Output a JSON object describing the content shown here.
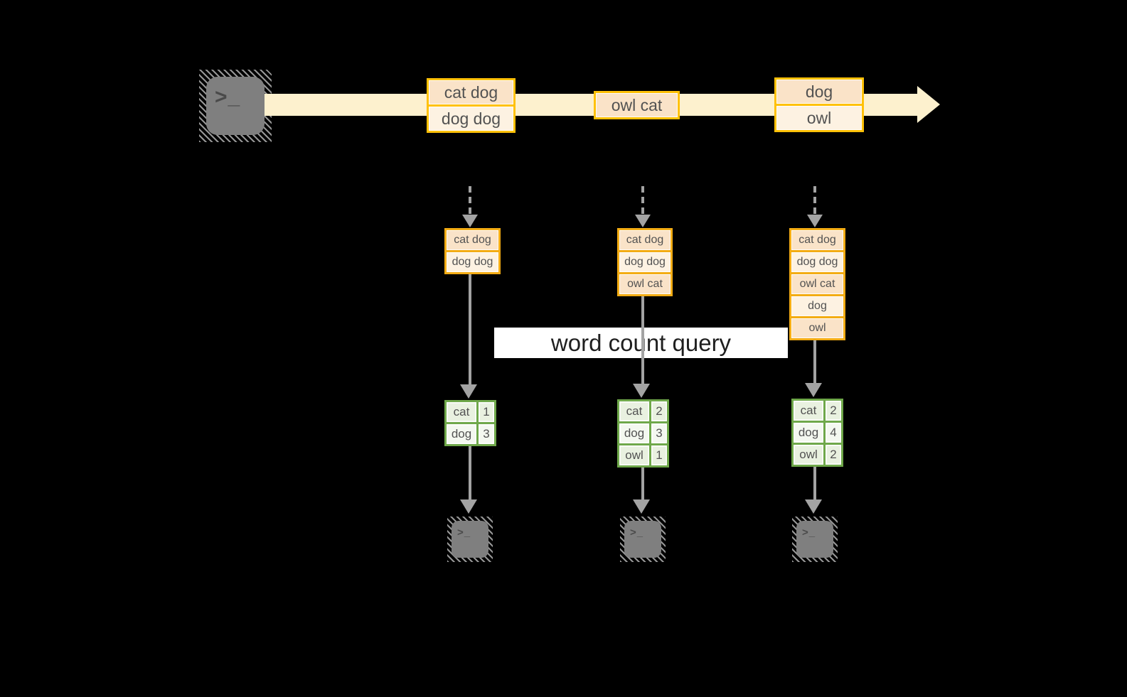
{
  "query_label": "word count query",
  "icons": {
    "terminal_glyph": ">_"
  },
  "timeline": {
    "events": [
      {
        "rows": [
          "cat dog",
          "dog dog"
        ]
      },
      {
        "rows": [
          "owl cat"
        ]
      },
      {
        "rows": [
          "dog",
          "owl"
        ]
      }
    ]
  },
  "columns": [
    {
      "stack": [
        "cat dog",
        "dog dog"
      ],
      "counts": [
        {
          "word": "cat",
          "count": "1"
        },
        {
          "word": "dog",
          "count": "3"
        }
      ]
    },
    {
      "stack": [
        "cat dog",
        "dog dog",
        "owl cat"
      ],
      "counts": [
        {
          "word": "cat",
          "count": "2"
        },
        {
          "word": "dog",
          "count": "3"
        },
        {
          "word": "owl",
          "count": "1"
        }
      ]
    },
    {
      "stack": [
        "cat dog",
        "dog dog",
        "owl cat",
        "dog",
        "owl"
      ],
      "counts": [
        {
          "word": "cat",
          "count": "2"
        },
        {
          "word": "dog",
          "count": "4"
        },
        {
          "word": "owl",
          "count": "2"
        }
      ]
    }
  ],
  "colors": {
    "bg": "#000000",
    "gold": "#f3ac14",
    "gold-bright": "#ffc107",
    "peach": "#fae3c8",
    "cream": "#fdf2e2",
    "band": "#fdf1ce",
    "green": "#6fa84a",
    "cell-a": "#e9f1e0",
    "cell-b": "#f4f8f0",
    "arrow": "#a3a3a3",
    "term": "#7f7f7f",
    "label": "#525252",
    "query-ink": "#1f1f1f",
    "query-bg": "#ffffff"
  }
}
